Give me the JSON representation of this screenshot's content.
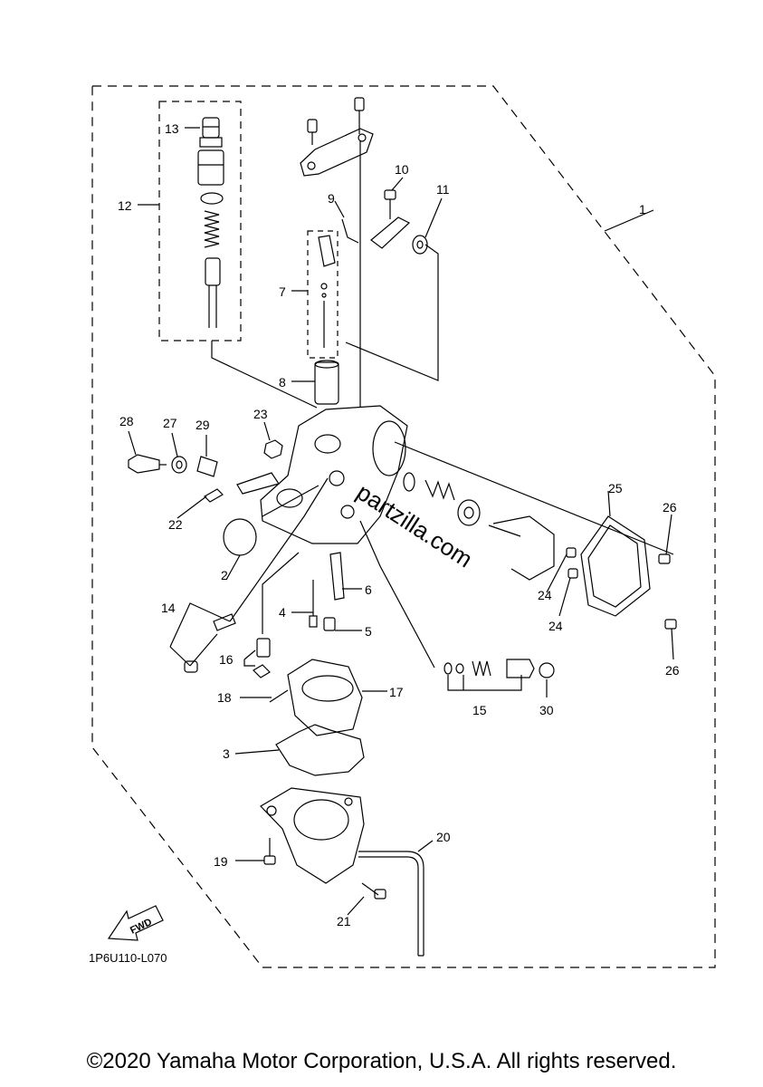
{
  "diagram": {
    "callouts": [
      "1",
      "2",
      "3",
      "4",
      "5",
      "6",
      "7",
      "8",
      "9",
      "10",
      "11",
      "12",
      "13",
      "14",
      "15",
      "16",
      "17",
      "18",
      "19",
      "20",
      "21",
      "22",
      "23",
      "24",
      "24",
      "25",
      "26",
      "26",
      "27",
      "28",
      "29",
      "30"
    ],
    "diagram_code": "1P6U110-L070",
    "watermark": "partzilla.com",
    "fwd_label": "FWD"
  },
  "footer": {
    "copyright": "©2020 Yamaha Motor Corporation, U.S.A. All rights reserved."
  }
}
